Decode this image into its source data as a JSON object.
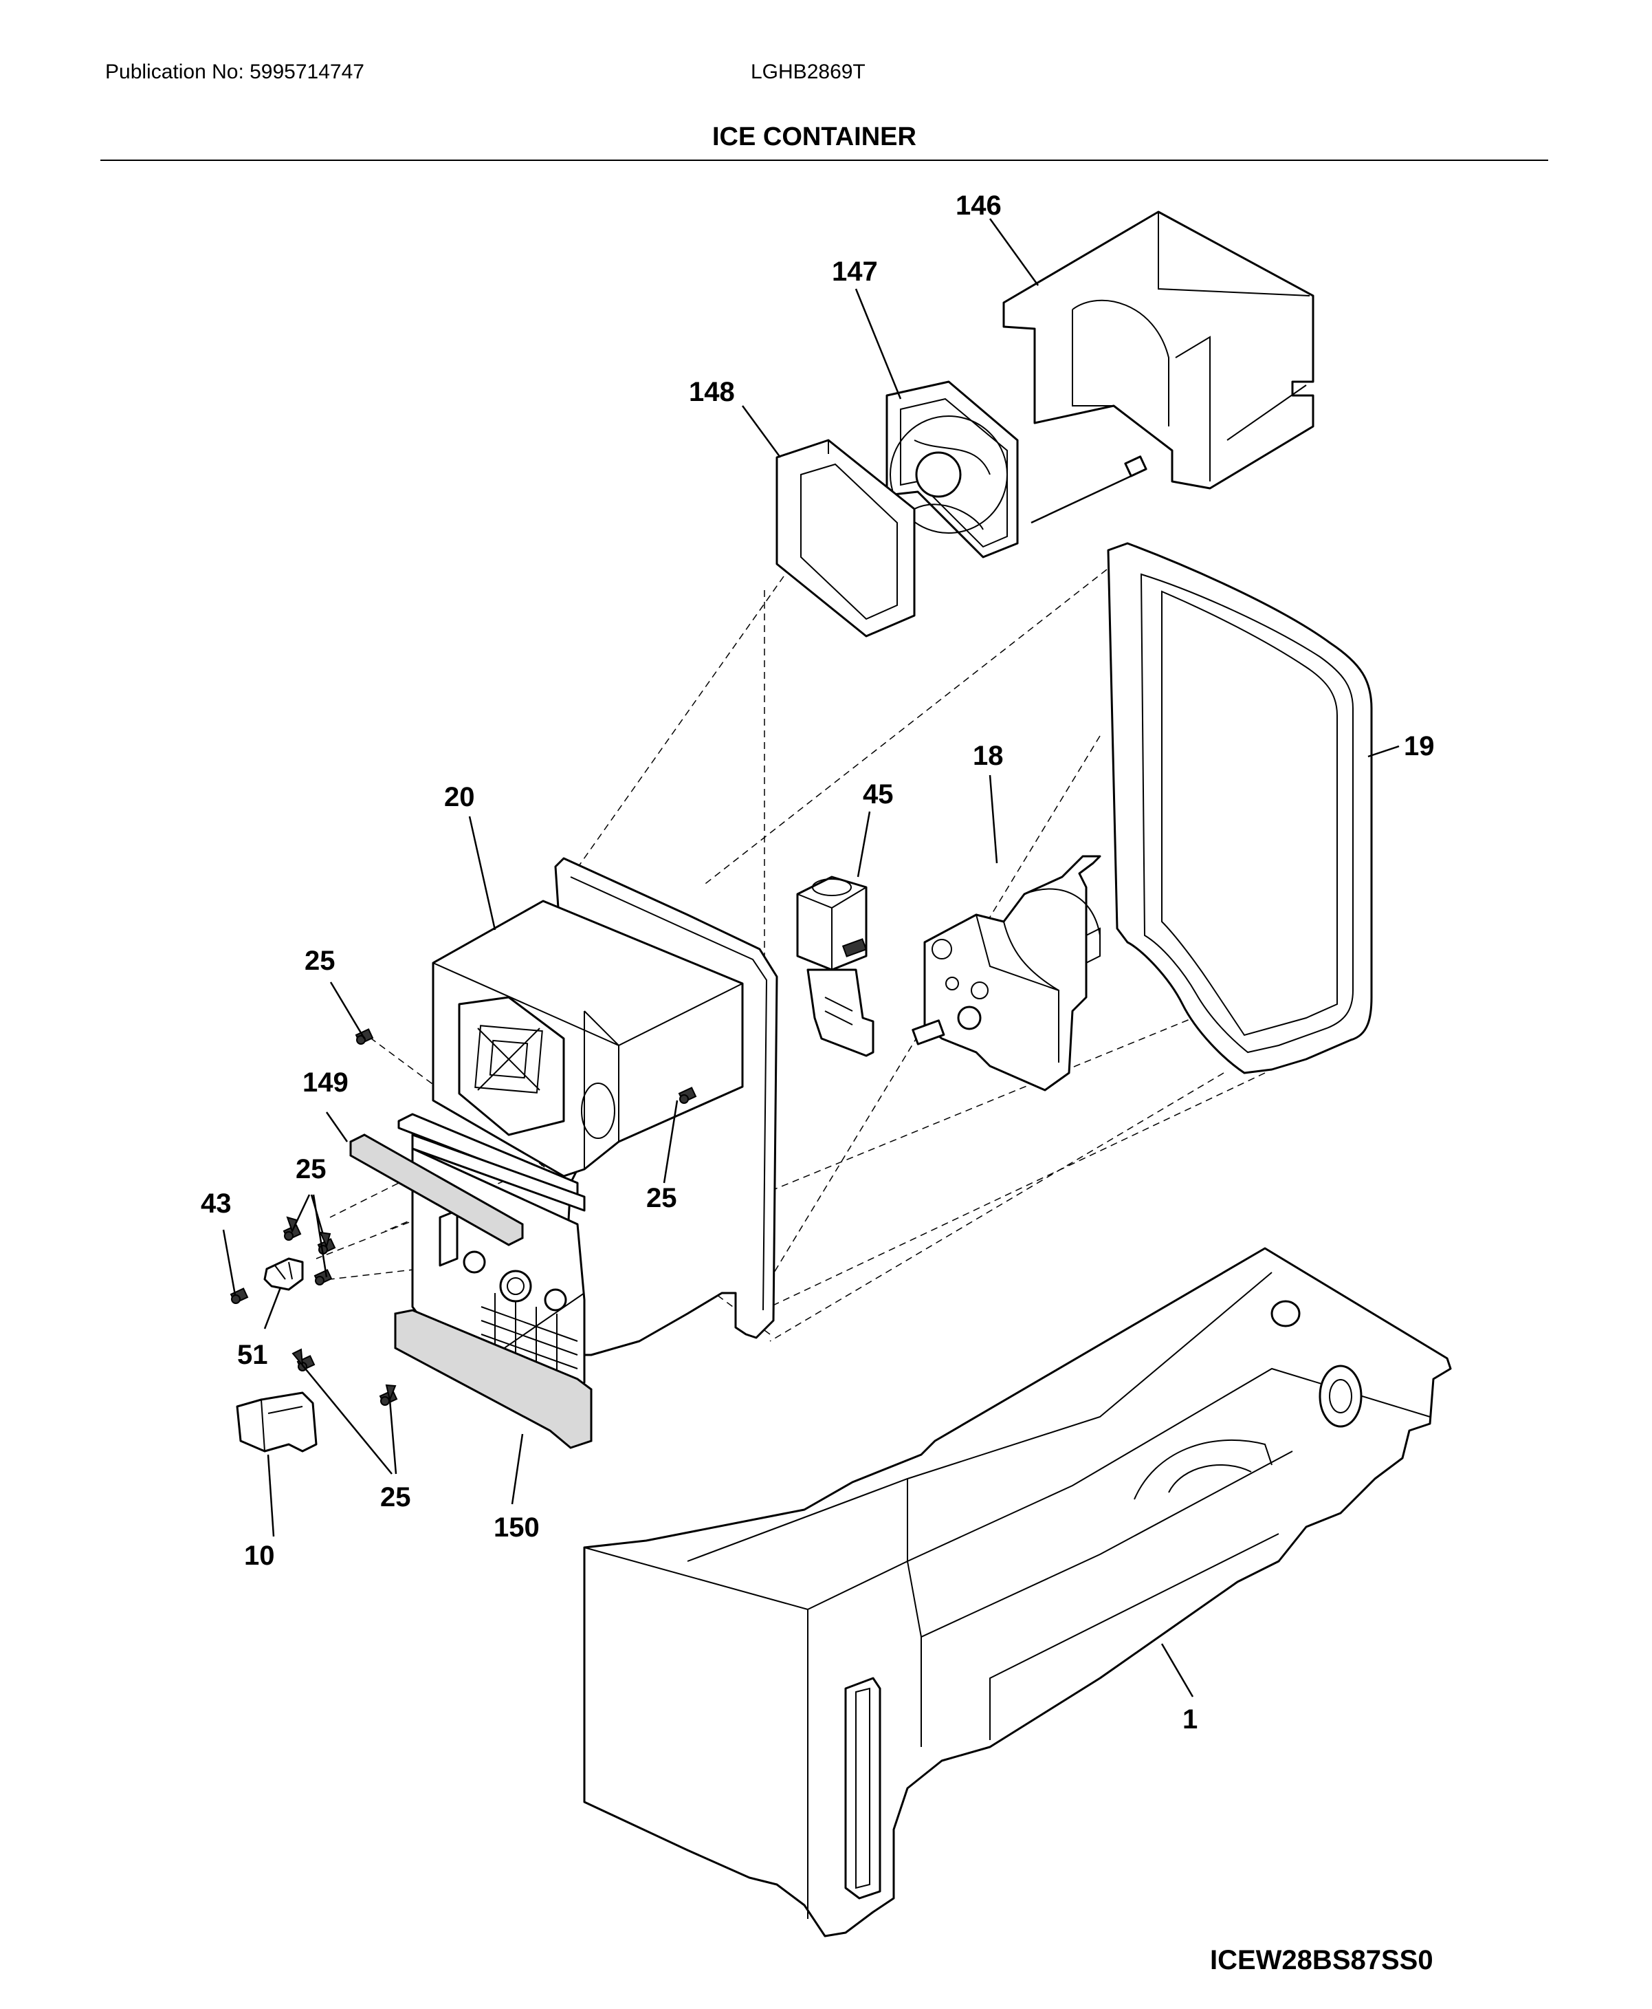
{
  "header": {
    "publication": "Publication No: 5995714747",
    "model": "LGHB2869T",
    "title": "ICE CONTAINER"
  },
  "diagram_code": "ICEW28BS87SS0",
  "callouts": {
    "c146": "146",
    "c147": "147",
    "c148": "148",
    "c19": "19",
    "c18": "18",
    "c45": "45",
    "c20": "20",
    "c25a": "25",
    "c25b": "25",
    "c25c": "25",
    "c25d": "25",
    "c149": "149",
    "c43": "43",
    "c51": "51",
    "c10": "10",
    "c150": "150",
    "c1": "1"
  }
}
